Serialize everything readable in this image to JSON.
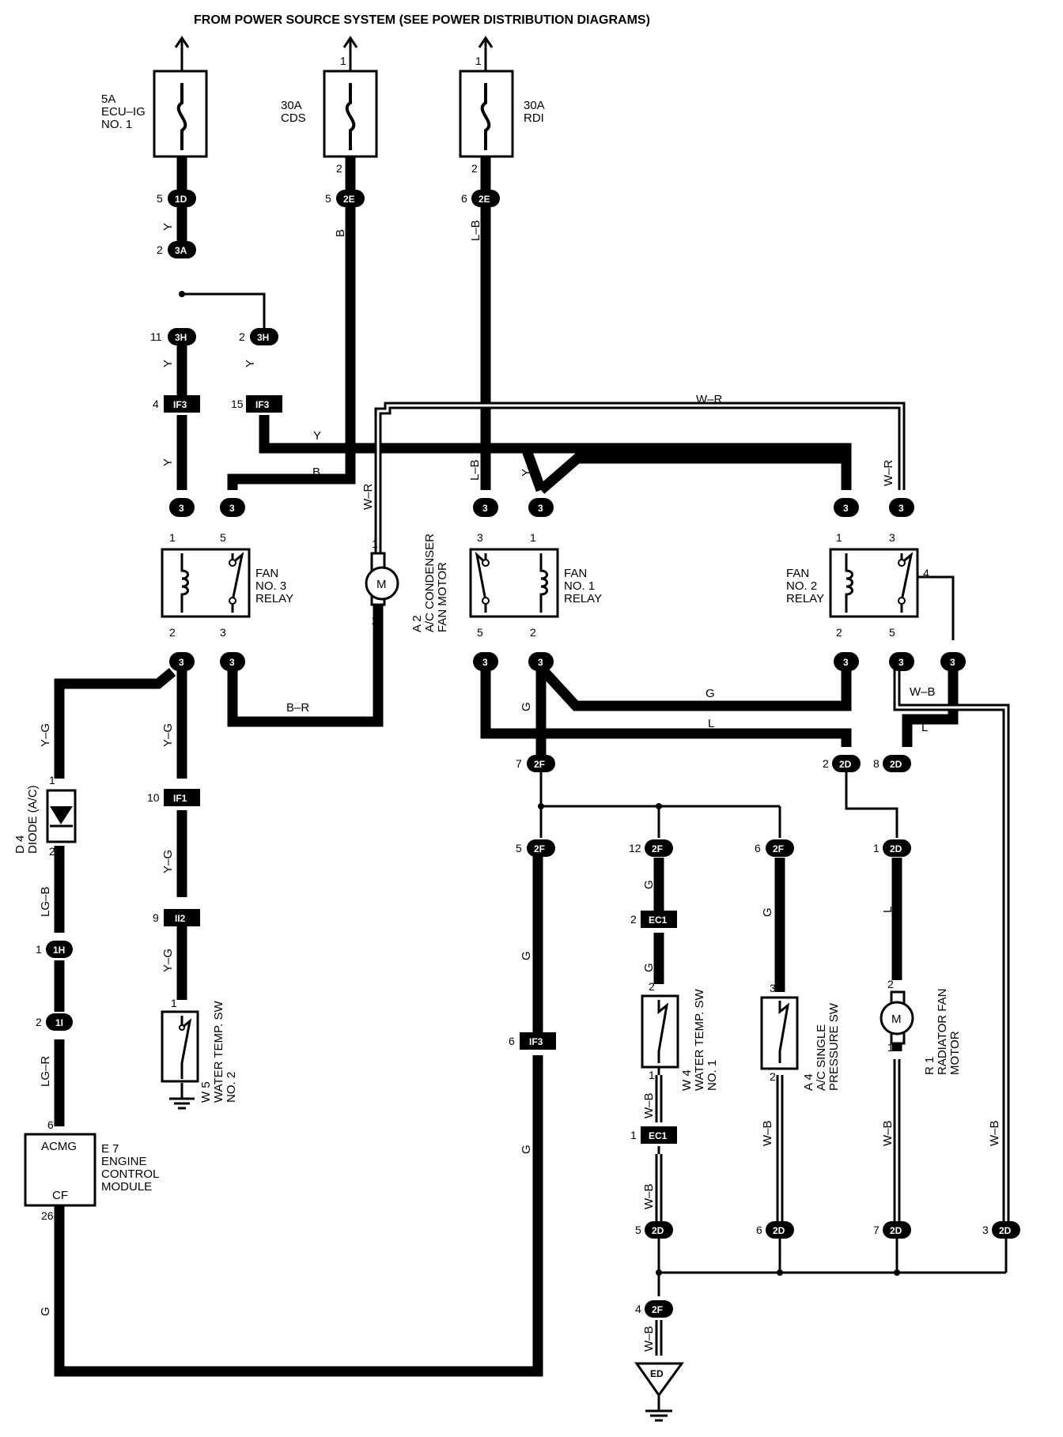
{
  "header": {
    "title": "FROM POWER SOURCE SYSTEM (SEE POWER DISTRIBUTION DIAGRAMS)"
  },
  "fuses": [
    {
      "id": "ecu-ig",
      "lines": [
        "5A",
        "ECU–IG",
        "NO. 1"
      ]
    },
    {
      "id": "cds",
      "lines": [
        "30A",
        "CDS"
      ]
    },
    {
      "id": "rdi",
      "lines": [
        "30A",
        "RDI"
      ]
    }
  ],
  "connectors": {
    "c1D": "1D",
    "c2E_a": "2E",
    "c2E_b": "2E",
    "c3A": "3A",
    "c3H_a": "3H",
    "c3H_b": "3H",
    "cIF3_a": "IF3",
    "cIF3_b": "IF3",
    "c3": "3",
    "cIF1": "IF1",
    "cII2": "II2",
    "c1H": "1H",
    "c1I": "1I",
    "c2F": "2F",
    "cEC1": "EC1",
    "c2D": "2D",
    "cIF3_c": "IF3",
    "cED": "ED"
  },
  "wires": {
    "Y": "Y",
    "B": "B",
    "LB": "L–B",
    "WR": "W–R",
    "BR": "B–R",
    "YG": "Y–G",
    "LGB": "LG–B",
    "LGR": "LG–R",
    "G": "G",
    "L": "L",
    "WB": "W–B"
  },
  "components": {
    "relay3": [
      "FAN",
      "NO. 3",
      "RELAY"
    ],
    "relay1": [
      "FAN",
      "NO. 1",
      "RELAY"
    ],
    "relay2": [
      "FAN",
      "NO. 2",
      "RELAY"
    ],
    "condenser_motor": [
      "A 2",
      "A/C CONDENSER",
      "FAN MOTOR"
    ],
    "radiator_motor": [
      "R 1",
      "RADIATOR FAN",
      "MOTOR"
    ],
    "diode": [
      "D 4",
      "DIODE (A/C)"
    ],
    "water_sw2": [
      "W 5",
      "WATER TEMP.  SW",
      "NO. 2"
    ],
    "water_sw1": [
      "W 4",
      "WATER TEMP.  SW",
      "NO. 1"
    ],
    "pressure_sw": [
      "A 4",
      "A/C SINGLE",
      "PRESSURE SW"
    ],
    "ecm": [
      "E 7",
      "ENGINE",
      "CONTROL",
      "MODULE"
    ],
    "ecm_pins": [
      "ACMG",
      "CF"
    ],
    "motor_symbol": "M"
  },
  "pins": {
    "p1": "1",
    "p2": "2",
    "p3": "3",
    "p4": "4",
    "p5": "5",
    "p6": "6",
    "p7": "7",
    "p8": "8",
    "p9": "9",
    "p10": "10",
    "p11": "11",
    "p12": "12",
    "p15": "15",
    "p26": "26"
  }
}
